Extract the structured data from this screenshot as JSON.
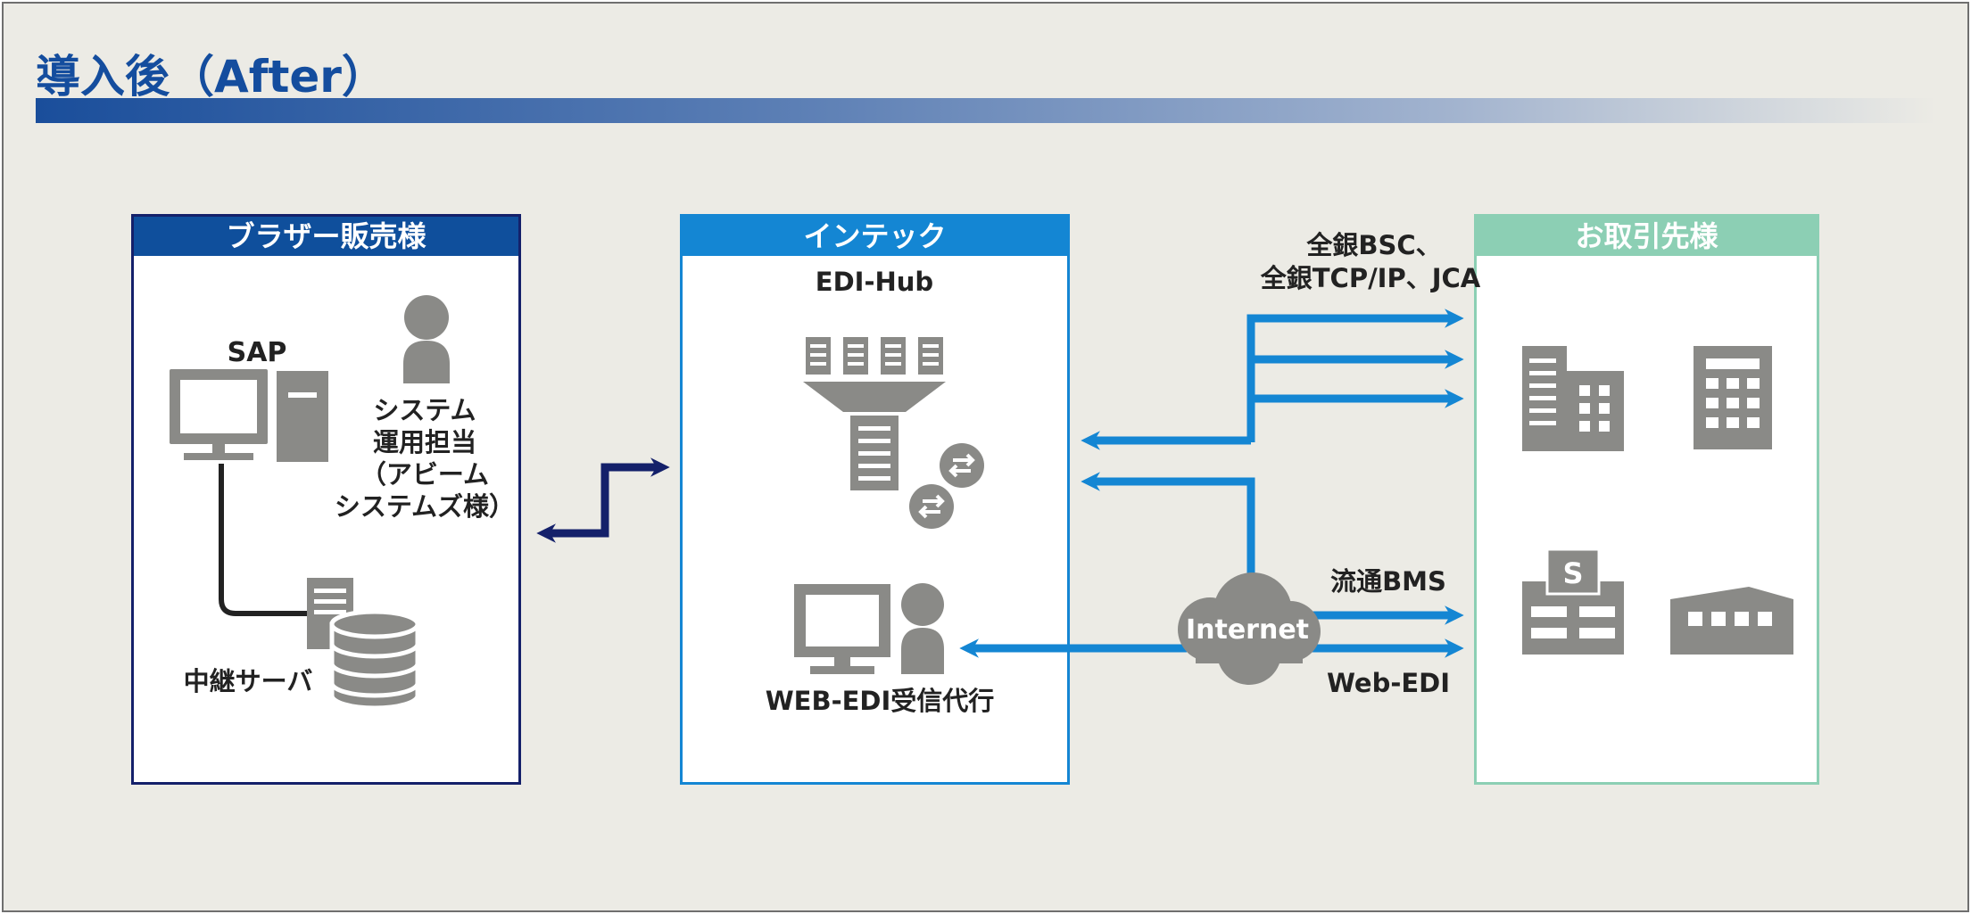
{
  "title": "導入後（After）",
  "panels": {
    "brother": {
      "header": "ブラザー販売様",
      "sap_label": "SAP",
      "operator_lines": [
        "システム",
        "運用担当",
        "（アビーム",
        "システムズ様）"
      ],
      "relay_server_label": "中継サーバ"
    },
    "intec": {
      "header": "インテック",
      "edi_hub_label": "EDI-Hub",
      "web_edi_label": "WEB-EDI受信代行"
    },
    "partners": {
      "header": "お取引先様"
    }
  },
  "connections": {
    "bank_protocols_line1": "全銀BSC、",
    "bank_protocols_line2": "全銀TCP/IP、JCA",
    "internet_label": "Internet",
    "retail_label": "流通BMS",
    "web_edi_label": "Web-EDI"
  },
  "colors": {
    "dark_navy": "#14206a",
    "blue_arrow": "#1486d3",
    "green_panel": "#8ccfb4",
    "icon_gray": "#8a8a87"
  }
}
